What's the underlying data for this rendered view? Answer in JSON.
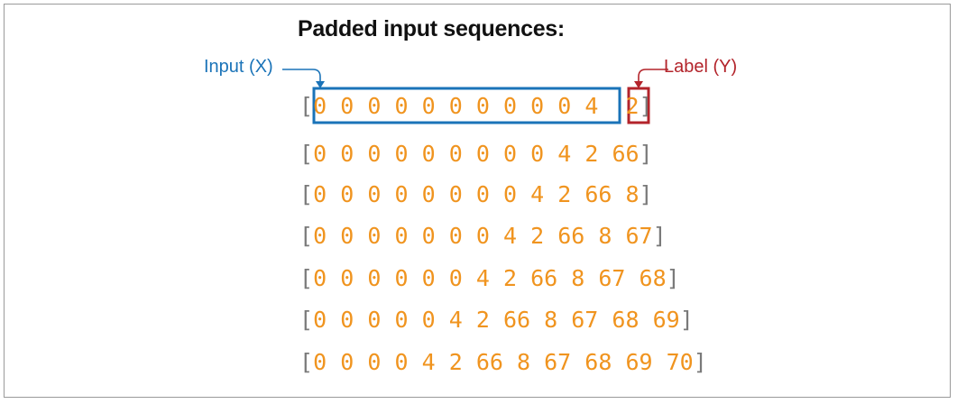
{
  "title": "Padded input sequences:",
  "annotations": {
    "input_label": "Input (X)",
    "label_label": "Label (Y)"
  },
  "colors": {
    "input_box": "#1a73b8",
    "label_box": "#b3242b",
    "numbers": "#f0941f",
    "brackets": "#7a7a7a"
  },
  "sequences": [
    [
      "0",
      "0",
      "0",
      "0",
      "0",
      "0",
      "0",
      "0",
      "0",
      "0",
      "4",
      "2"
    ],
    [
      "0",
      "0",
      "0",
      "0",
      "0",
      "0",
      "0",
      "0",
      "0",
      "4",
      "2",
      "66"
    ],
    [
      "0",
      "0",
      "0",
      "0",
      "0",
      "0",
      "0",
      "0",
      "4",
      "2",
      "66",
      "8"
    ],
    [
      "0",
      "0",
      "0",
      "0",
      "0",
      "0",
      "0",
      "4",
      "2",
      "66",
      "8",
      "67"
    ],
    [
      "0",
      "0",
      "0",
      "0",
      "0",
      "0",
      "4",
      "2",
      "66",
      "8",
      "67",
      "68"
    ],
    [
      "0",
      "0",
      "0",
      "0",
      "0",
      "4",
      "2",
      "66",
      "8",
      "67",
      "68",
      "69"
    ],
    [
      "0",
      "0",
      "0",
      "0",
      "4",
      "2",
      "66",
      "8",
      "67",
      "68",
      "69",
      "70"
    ]
  ]
}
